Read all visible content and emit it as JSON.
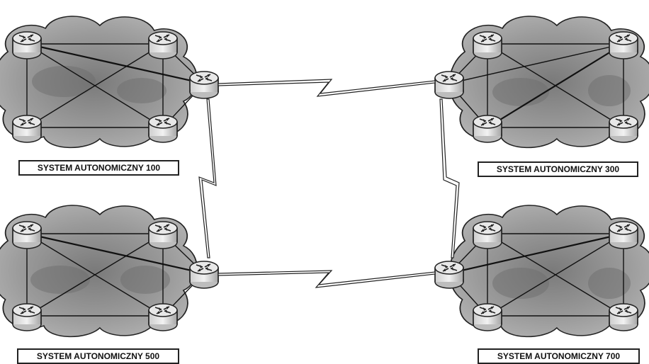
{
  "labels": {
    "as100": "SYSTEM AUTONOMICZNY 100",
    "as300": "SYSTEM AUTONOMICZNY 300",
    "as500": "SYSTEM AUTONOMICZNY 500",
    "as700": "SYSTEM AUTONOMICZNY 700"
  },
  "colors": {
    "cloud_fill": "#9a9a9a",
    "cloud_dark": "#6e6e6e",
    "line": "#111111",
    "router_top": "#e6e6e6",
    "router_side": "#bdbdbd"
  },
  "icons": [
    "cloud-icon",
    "router-icon",
    "serial-link-icon"
  ]
}
